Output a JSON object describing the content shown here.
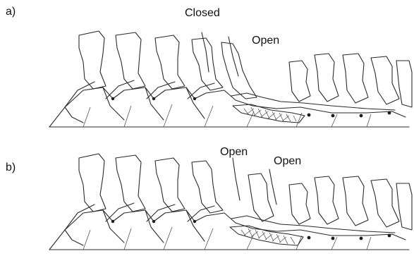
{
  "panel_a": {
    "label": "a)",
    "annotations": {
      "closed": "Closed",
      "open": "Open"
    }
  },
  "panel_b": {
    "label": "b)",
    "annotations": {
      "open_left": "Open",
      "open_right": "Open"
    }
  }
}
